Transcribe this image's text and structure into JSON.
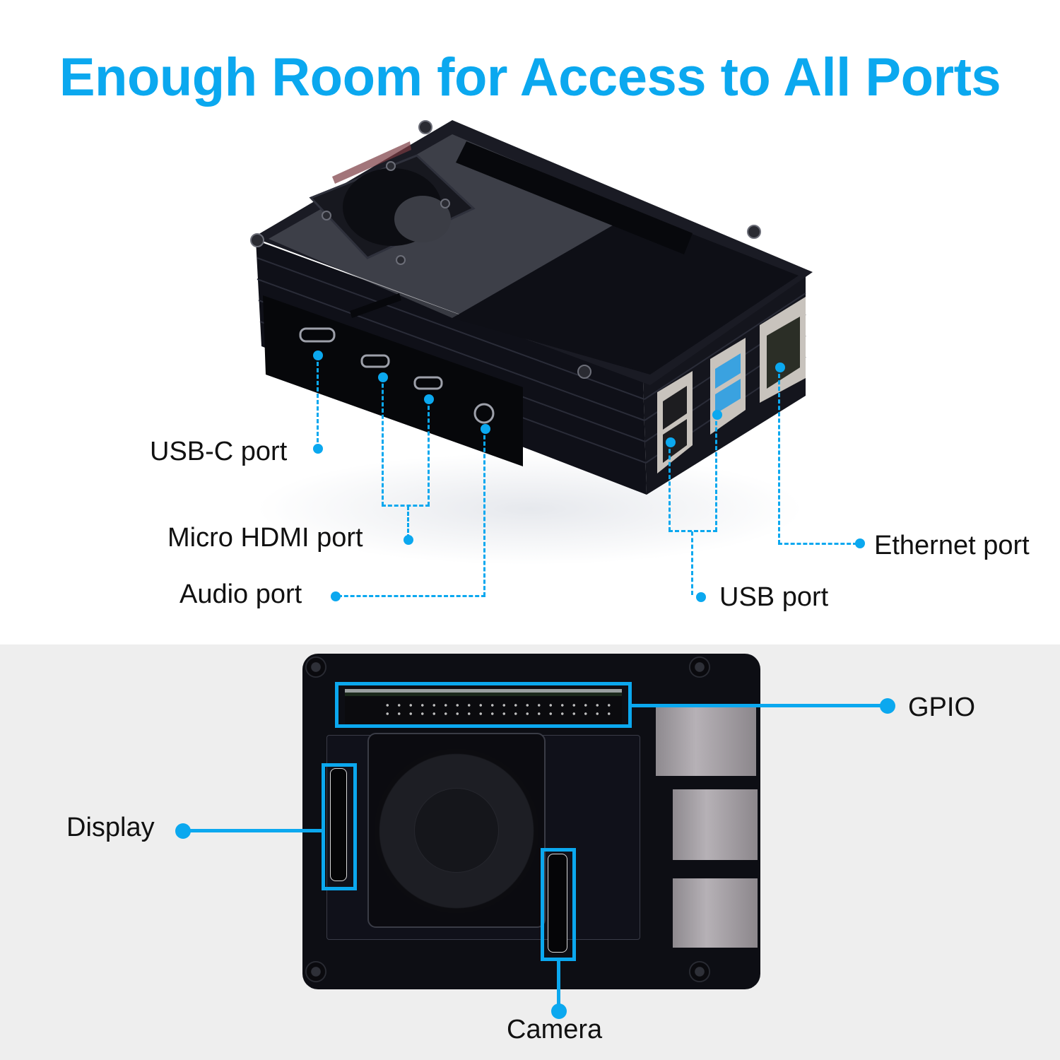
{
  "title": "Enough Room for Access to All Ports",
  "colors": {
    "accent": "#0ba8ef",
    "label_text": "#111111",
    "bottom_panel_bg": "#eeeeee",
    "case_body": "#0d0e14"
  },
  "top_view_3d": {
    "labels": {
      "usb_c": "USB-C port",
      "micro_hdmi": "Micro HDMI port",
      "audio": "Audio port",
      "usb": "USB port",
      "ethernet": "Ethernet port"
    }
  },
  "top_down_view": {
    "labels": {
      "gpio": "GPIO",
      "display": "Display",
      "camera": "Camera"
    }
  }
}
